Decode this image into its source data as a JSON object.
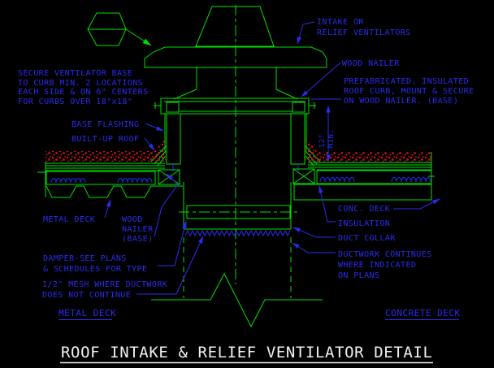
{
  "drawing": {
    "title": "ROOF INTAKE & RELIEF VENTILATOR DETAIL",
    "section_labels": {
      "left": "METAL DECK",
      "right": "CONCRETE DECK"
    },
    "dimension": {
      "value": "12\"",
      "qualifier": "MIN."
    },
    "palette": {
      "background": "#000000",
      "linework_green": "#00df00",
      "annotation_blue": "#2b2bee",
      "roofing_red": "#e01212",
      "title_white": "#f2f2f2"
    },
    "annotations": {
      "secure_base": {
        "lines": [
          "SECURE VENTILATOR BASE",
          "TO CURB MIN. 2 LOCATIONS",
          "EACH SIDE & ON 6\" CENTERS",
          "FOR CURBS OVER 18\"x18\""
        ]
      },
      "intake": {
        "lines": [
          "INTAKE OR",
          "RELIEF VENTILATORS"
        ]
      },
      "wood_nailer_top": {
        "lines": [
          "WOOD NAILER"
        ]
      },
      "prefab_curb": {
        "lines": [
          "PREFABRICATED, INSULATED",
          "ROOF CURB, MOUNT & SECURE",
          "ON WOOD NAILER. (BASE)"
        ]
      },
      "base_flashing": {
        "lines": [
          "BASE FLASHING"
        ]
      },
      "built_up_roof": {
        "lines": [
          "BUILT-UP ROOF"
        ]
      },
      "metal_deck": {
        "lines": [
          "METAL DECK"
        ]
      },
      "wood_nailer_base": {
        "lines": [
          "WOOD",
          "NAILER",
          "(BASE)"
        ]
      },
      "damper": {
        "lines": [
          "DAMPER-SEE PLANS",
          "& SCHEDULES FOR TYPE"
        ]
      },
      "mesh": {
        "lines": [
          "1/2\" MESH WHERE DUCTWORK",
          "DOES NOT CONTINUE"
        ]
      },
      "conc_deck": {
        "lines": [
          "CONC. DECK"
        ]
      },
      "insulation": {
        "lines": [
          "INSULATION"
        ]
      },
      "duct_collar": {
        "lines": [
          "DUCT COLLAR"
        ]
      },
      "ductwork": {
        "lines": [
          "DUCTWORK CONTINUES",
          "WHERE INDICATED",
          "ON PLANS"
        ]
      }
    }
  }
}
